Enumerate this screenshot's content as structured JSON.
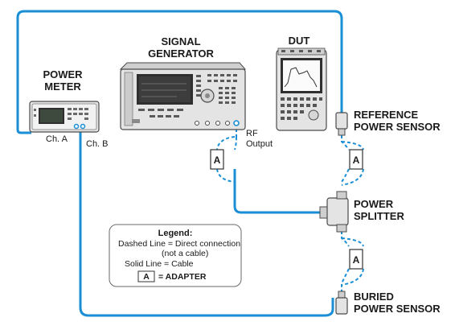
{
  "labels": {
    "signal_generator": [
      "SIGNAL",
      "GENERATOR"
    ],
    "dut": "DUT",
    "power_meter": [
      "POWER",
      "METER"
    ],
    "channel_a": "Ch. A",
    "channel_b": "Ch. B",
    "rf_output": [
      "RF",
      "Output"
    ],
    "reference_power_sensor": [
      "REFERENCE",
      "POWER SENSOR"
    ],
    "power_splitter": [
      "POWER",
      "SPLITTER"
    ],
    "buried_power_sensor": [
      "BURIED",
      "POWER SENSOR"
    ],
    "adapter_box": "A"
  },
  "legend": {
    "title": "Legend:",
    "dashed_line": "Dashed Line = Direct connection",
    "dashed_note": "(not a cable)",
    "solid_line": "Solid Line = Cable",
    "adapter_symbol": "A",
    "adapter_text": "= ADAPTER"
  },
  "colors": {
    "cable": "#1a8fd6",
    "instrument_body": "#e4e4e4",
    "instrument_edge": "#4a4a4a",
    "screen": "#2f2f2f"
  }
}
